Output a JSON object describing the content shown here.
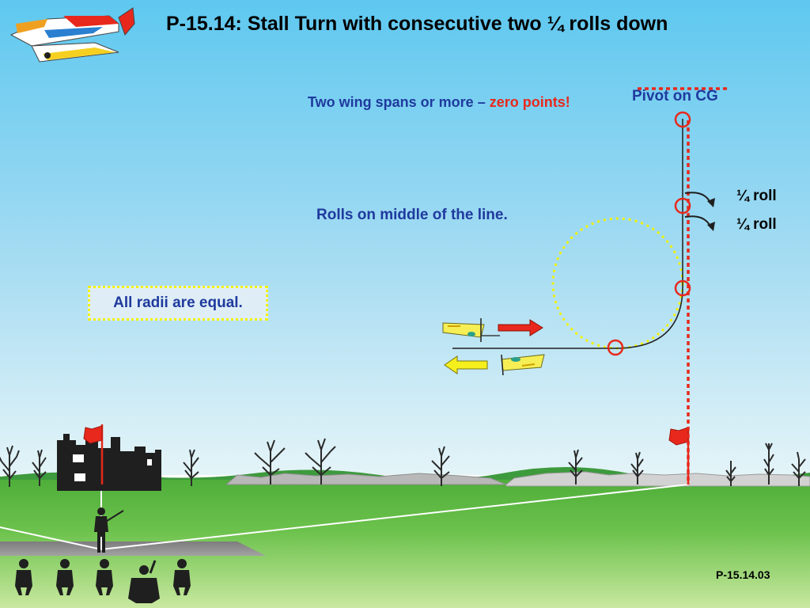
{
  "title": "P-15.14: Stall Turn with consecutive two ¼ rolls down",
  "notes": {
    "wingspan_text": "Two wing spans or more –",
    "wingspan_highlight": "zero points!",
    "pivot": "Pivot on CG",
    "roll_1": "¼ roll",
    "roll_2": "¼ roll",
    "rolls_middle": "Rolls on middle of the line.",
    "radii": "All radii are equal."
  },
  "slide_number": "P-15.14.03",
  "colors": {
    "sky_top": "#5ec8f0",
    "sky_bottom": "#e4f4f8",
    "grass": "#5cb840",
    "flight_path": "#000000",
    "center_line": "#e8281c",
    "marker": "#e8281c",
    "circle": "#f2f200",
    "text_blue": "#1f3a9e",
    "plane_body": "#f5ef55",
    "arrow_right": "#e8281c",
    "arrow_left": "#f5ef1e"
  },
  "icons": {
    "logo": "aerobatic-plane-icon",
    "flag": "flag-icon",
    "pilot": "pilot-icon",
    "judge": "judge-icon",
    "tree": "tree-icon",
    "ruin": "castle-ruin-icon"
  }
}
